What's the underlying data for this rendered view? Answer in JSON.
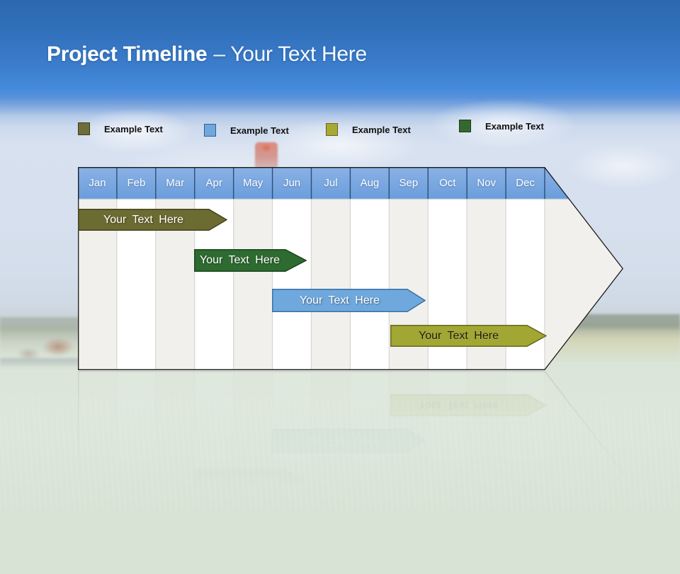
{
  "slide": {
    "title": {
      "bold": "Project Timeline",
      "light": "– Your Text Here"
    },
    "background": {
      "sky_top": "#2c68b0",
      "sky_mid": "#458adc",
      "haze": "#d7e1f0",
      "grass": "#dbe5d9"
    }
  },
  "legend": {
    "items": [
      {
        "label": "Example Text",
        "color": "#6f6e38",
        "border": "#3a3a20",
        "swatch_style": "background:#6f6e38;border-color:#3a3a20"
      },
      {
        "label": "Example Text",
        "color": "#6fa8dc",
        "border": "#2f5f96",
        "swatch_style": "background:#6fa8dc;border-color:#2f5f96"
      },
      {
        "label": "Example Text",
        "color": "#a8a933",
        "border": "#63651d",
        "swatch_style": "background:#a8a933;border-color:#63651d"
      },
      {
        "label": "Example Text",
        "color": "#35682e",
        "border": "#1c3a18",
        "swatch_style": "background:#35682e;border-color:#1c3a18"
      }
    ]
  },
  "timeline": {
    "months": [
      "Jan",
      "Feb",
      "Mar",
      "Apr",
      "May",
      "Jun",
      "Jul",
      "Aug",
      "Sep",
      "Oct",
      "Nov",
      "Dec"
    ],
    "header": {
      "fill_top": "#8ab2e6",
      "fill_bottom": "#6b9ddb",
      "separator": "#2e4e74",
      "text_color": "#ffffff"
    },
    "body": {
      "column_light": "#f1f0ed",
      "column_white": "#ffffff",
      "separator": "#d6d5d2",
      "outline": "#1a1a1a"
    },
    "bars": [
      {
        "label": "Your Text Here",
        "fill": "#6c6b31",
        "stroke": "#45451f",
        "text_color": "#ffffff",
        "start_month": "Jan",
        "end_month": "Apr"
      },
      {
        "label": "Your Text Here",
        "fill": "#2e6b30",
        "stroke": "#1b451d",
        "text_color": "#ffffff",
        "start_month": "Apr",
        "end_month": "Jun"
      },
      {
        "label": "Your Text Here",
        "fill": "#6fa8dc",
        "stroke": "#3a6fa5",
        "text_color": "#ffffff",
        "start_month": "Jun",
        "end_month": "Sep"
      },
      {
        "label": "Your Text Here",
        "fill": "#a2a633",
        "stroke": "#67691e",
        "text_color": "#1d1d10",
        "start_month": "Sep",
        "end_month": "Dec"
      }
    ]
  }
}
